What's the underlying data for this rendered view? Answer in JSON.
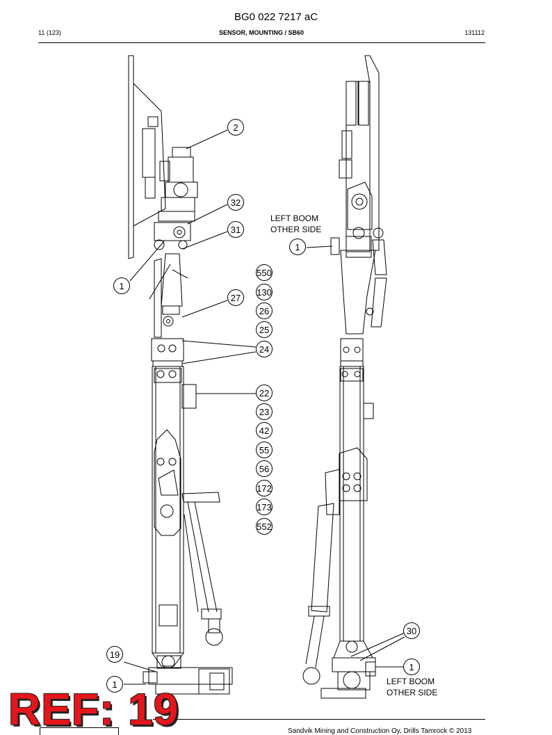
{
  "header": {
    "doc_number": "BG0 022 7217 aC",
    "page": "11 (123)",
    "section": "SENSOR, MOUNTING / SB60",
    "date": "131112"
  },
  "notes": {
    "upper": [
      "LEFT BOOM",
      "OTHER SIDE"
    ],
    "lower": [
      "LEFT BOOM",
      "OTHER SIDE"
    ]
  },
  "callouts": {
    "c2": "2",
    "c32": "32",
    "c31": "31",
    "c1a": "1",
    "c1b": "1",
    "c550": "550",
    "c130": "130",
    "c27": "27",
    "c26": "26",
    "c25": "25",
    "c24": "24",
    "c22": "22",
    "c23": "23",
    "c42": "42",
    "c55": "55",
    "c56": "56",
    "c172": "172",
    "c173": "173",
    "c552": "552",
    "c30": "30",
    "c19": "19",
    "c1c": "1",
    "c1d": "1"
  },
  "watermark": "REF: 19",
  "footer": "Sandvik Mining and Construction Oy, Drills Tamrock © 2013"
}
